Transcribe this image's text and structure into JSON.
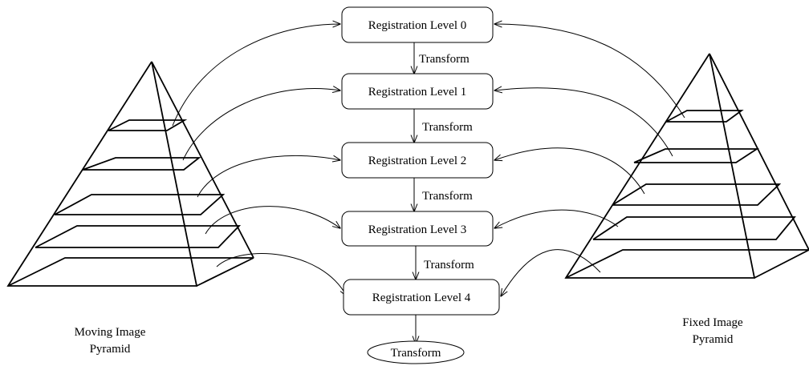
{
  "levels": [
    "Registration Level 0",
    "Registration Level 1",
    "Registration Level 2",
    "Registration Level 3",
    "Registration Level 4"
  ],
  "transform_label": "Transform",
  "final_output": "Transform",
  "moving_pyramid": {
    "line1": "Moving Image",
    "line2": "Pyramid"
  },
  "fixed_pyramid": {
    "line1": "Fixed Image",
    "line2": "Pyramid"
  }
}
